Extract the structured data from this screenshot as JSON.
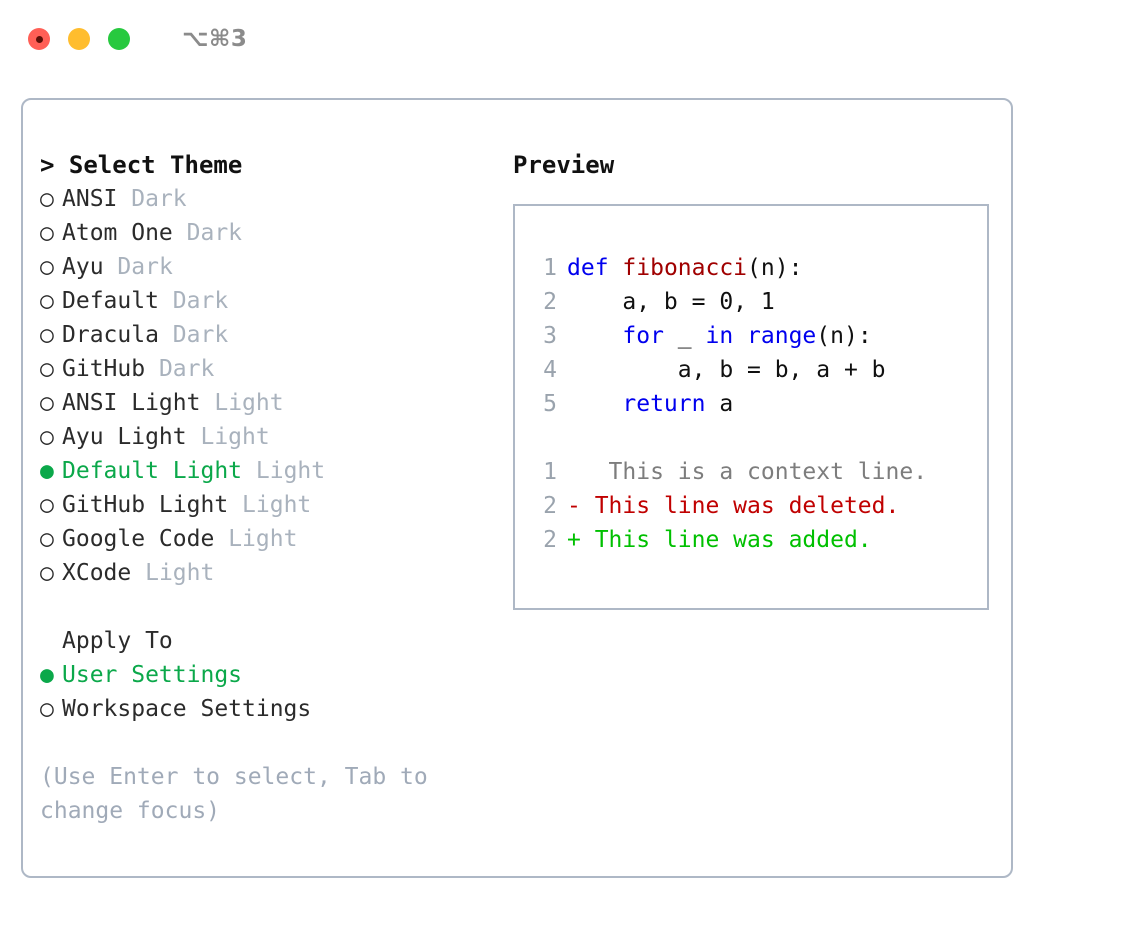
{
  "titlebar": {
    "shortcut": "⌥⌘3",
    "buttons": [
      {
        "name": "close",
        "color": "#ff5f56"
      },
      {
        "name": "minimize",
        "color": "#ffbd2e"
      },
      {
        "name": "maximize",
        "color": "#27c93f"
      }
    ]
  },
  "theme_picker": {
    "heading": "> Select Theme",
    "marker_unselected": "○",
    "marker_selected": "●",
    "items": [
      {
        "name": "ANSI",
        "variant": "Dark",
        "selected": false
      },
      {
        "name": "Atom One",
        "variant": "Dark",
        "selected": false
      },
      {
        "name": "Ayu",
        "variant": "Dark",
        "selected": false
      },
      {
        "name": "Default",
        "variant": "Dark",
        "selected": false
      },
      {
        "name": "Dracula",
        "variant": "Dark",
        "selected": false
      },
      {
        "name": "GitHub",
        "variant": "Dark",
        "selected": false
      },
      {
        "name": "ANSI Light",
        "variant": "Light",
        "selected": false
      },
      {
        "name": "Ayu Light",
        "variant": "Light",
        "selected": false
      },
      {
        "name": "Default Light",
        "variant": "Light",
        "selected": true
      },
      {
        "name": "GitHub Light",
        "variant": "Light",
        "selected": false
      },
      {
        "name": "Google Code",
        "variant": "Light",
        "selected": false
      },
      {
        "name": "XCode",
        "variant": "Light",
        "selected": false
      }
    ]
  },
  "apply_to": {
    "title": "Apply To",
    "items": [
      {
        "name": "User Settings",
        "selected": true
      },
      {
        "name": "Workspace Settings",
        "selected": false
      }
    ]
  },
  "hint": "(Use Enter to select, Tab to change focus)",
  "preview": {
    "label": "Preview",
    "code": [
      {
        "lineno": "1",
        "tokens": [
          {
            "t": "def",
            "c": "kw"
          },
          {
            "t": " ",
            "c": "pl"
          },
          {
            "t": "fibonacci",
            "c": "fn"
          },
          {
            "t": "(n):",
            "c": "pl"
          }
        ]
      },
      {
        "lineno": "2",
        "tokens": [
          {
            "t": "    a, b = 0, 1",
            "c": "pl"
          }
        ]
      },
      {
        "lineno": "3",
        "tokens": [
          {
            "t": "    ",
            "c": "pl"
          },
          {
            "t": "for",
            "c": "kw"
          },
          {
            "t": " _ ",
            "c": "pl"
          },
          {
            "t": "in",
            "c": "kw"
          },
          {
            "t": " ",
            "c": "pl"
          },
          {
            "t": "range",
            "c": "kw"
          },
          {
            "t": "(n):",
            "c": "pl"
          }
        ]
      },
      {
        "lineno": "4",
        "tokens": [
          {
            "t": "        a, b = b, a + b",
            "c": "pl"
          }
        ]
      },
      {
        "lineno": "5",
        "tokens": [
          {
            "t": "    ",
            "c": "pl"
          },
          {
            "t": "return",
            "c": "kw"
          },
          {
            "t": " a",
            "c": "pl"
          }
        ]
      }
    ],
    "diff": [
      {
        "lineno": "1",
        "sign": " ",
        "text": "  This is a context line.",
        "kind": "ctx"
      },
      {
        "lineno": "2",
        "sign": "-",
        "text": " This line was deleted.",
        "kind": "del"
      },
      {
        "lineno": "2",
        "sign": "+",
        "text": " This line was added.",
        "kind": "add"
      }
    ]
  },
  "colors": {
    "accent_green": "#0ba84a",
    "muted": "#a9b2bd",
    "hint": "#a0aab8",
    "border": "#aeb8c6",
    "keyword": "#0000ee",
    "function": "#a00000",
    "diff_add": "#00c000",
    "diff_del": "#c00000",
    "diff_ctx": "#7d7d7d"
  }
}
